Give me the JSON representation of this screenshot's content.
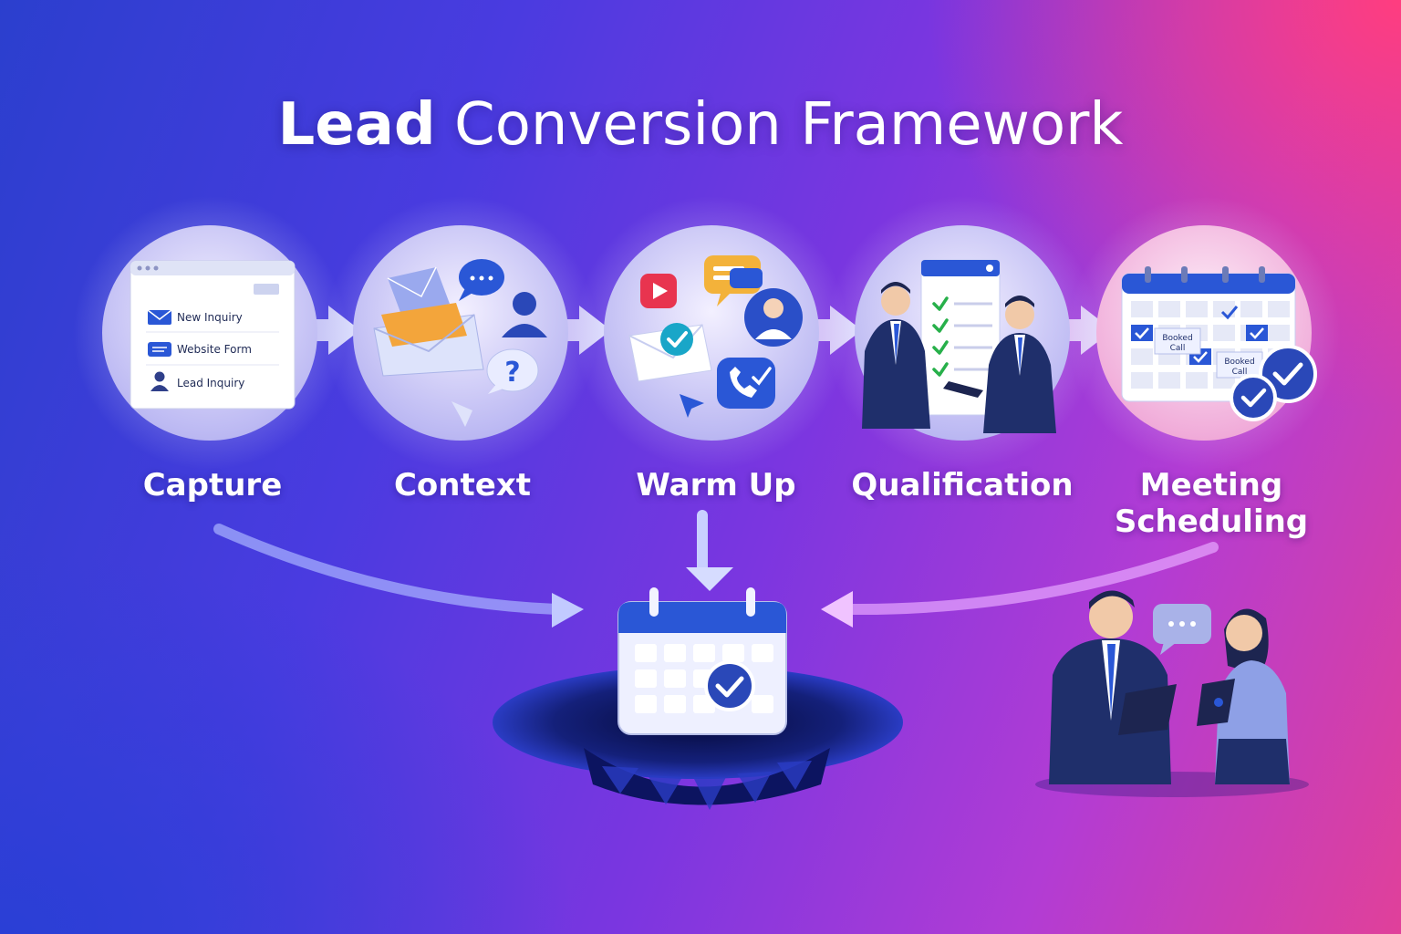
{
  "title": {
    "bold": "Lead",
    "rest": "Conversion Framework"
  },
  "steps": [
    {
      "label": "Capture"
    },
    {
      "label": "Context"
    },
    {
      "label": "Warm Up"
    },
    {
      "label": "Qualification"
    },
    {
      "label": "Meeting Scheduling"
    }
  ],
  "capture_window": {
    "rows": [
      "New Inquiry",
      "Website Form",
      "Lead Inquiry"
    ]
  },
  "calendar_badges": {
    "booked_call": "Booked Call"
  },
  "colors": {
    "accent_blue": "#2a57d6",
    "check_green": "#27b04a",
    "navy": "#1f2f6b"
  },
  "icons": [
    "envelope-icon",
    "chat-bubble-icon",
    "user-icon",
    "question-icon",
    "video-icon",
    "phone-icon",
    "checklist-icon",
    "calendar-icon",
    "check-badge-icon"
  ]
}
